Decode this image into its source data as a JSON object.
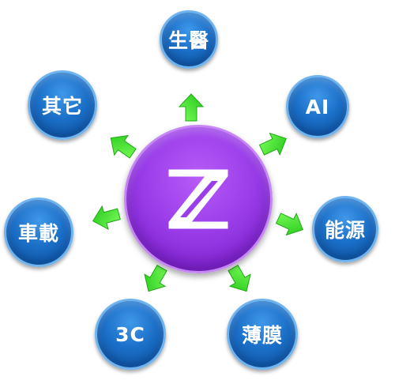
{
  "center": {
    "logo_letter": "Z",
    "logo_icon": "z-logo-icon",
    "color": "#9b3eea"
  },
  "nodes": [
    {
      "id": "medical",
      "label": "生醫"
    },
    {
      "id": "ai",
      "label": "AI"
    },
    {
      "id": "energy",
      "label": "能源"
    },
    {
      "id": "film",
      "label": "薄膜"
    },
    {
      "id": "3c",
      "label": "3C"
    },
    {
      "id": "vehicle",
      "label": "車載"
    },
    {
      "id": "other",
      "label": "其它"
    }
  ],
  "colors": {
    "node": "#1c70c8",
    "arrow": "#44ee22",
    "hub": "#9b3eea"
  }
}
